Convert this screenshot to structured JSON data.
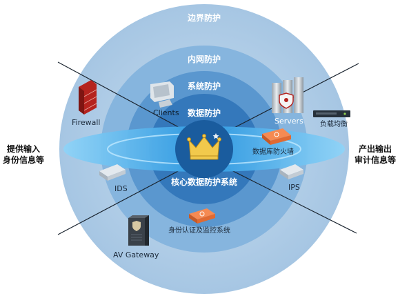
{
  "rings": {
    "border": "边界防护",
    "intranet": "内网防护",
    "system": "系统防护",
    "data": "数据防护",
    "core": "核心数据防护系统"
  },
  "nodes": {
    "firewall": "Firewall",
    "clients": "Clients",
    "servers": "Servers",
    "load_balancer": "负载均衡",
    "db_firewall": "数据库防火墙",
    "ids": "IDS",
    "ips": "IPS",
    "auth_monitor": "身份认证及监控系统",
    "av_gateway": "AV Gateway"
  },
  "side": {
    "left_line1": "提供输入",
    "left_line2": "身份信息等",
    "right_line1": "产出输出",
    "right_line2": "审计信息等"
  },
  "colors": {
    "outer_ring": "#a9c9e6",
    "intranet_ring": "#7fb0dc",
    "system_ring": "#4f8ec9",
    "data_ring": "#2b70b3",
    "core": "#155b9d",
    "ellipse_band": "#5fb6ee",
    "crown": "#f2c94c",
    "orange_device": "#f07a43"
  }
}
